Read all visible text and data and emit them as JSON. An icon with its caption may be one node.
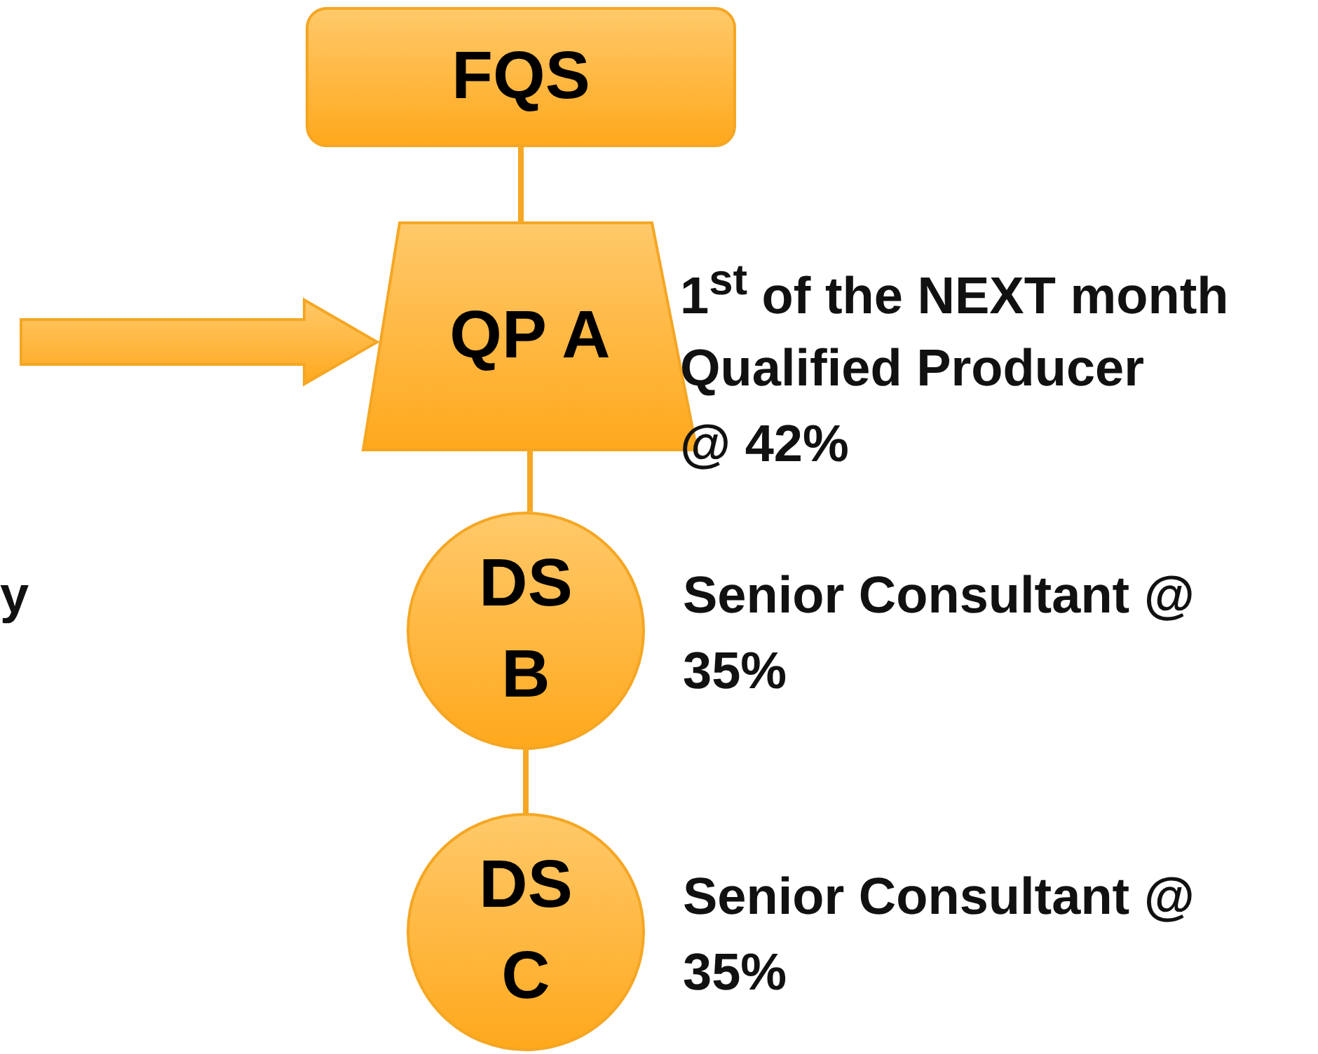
{
  "diagram": {
    "nodes": [
      {
        "text": [
          "FQS"
        ]
      },
      {
        "text": [
          "QP A"
        ],
        "beside": [
          "1$^{st}$ of the NEXT month",
          "Qualified Producer @ 42%"
        ]
      },
      {
        "text": [
          "DS B"
        ],
        "beside": [
          "Senior Consultant @ 35%"
        ]
      },
      {
        "text": [
          "DS C"
        ],
        "beside": [
          "Senior Consultant @ 35%"
        ]
      }
    ],
    "edges": [
      {
        "from": 0,
        "to": 1,
        "arrow": "none"
      },
      {
        "from": 1,
        "to": 2,
        "arrow": "none"
      },
      {
        "from": 2,
        "to": 3,
        "arrow": "none"
      },
      {
        "from": null,
        "to": 1,
        "arrow": "to",
        "style": "thick"
      }
    ],
    "labels": [
      "y"
    ]
  }
}
